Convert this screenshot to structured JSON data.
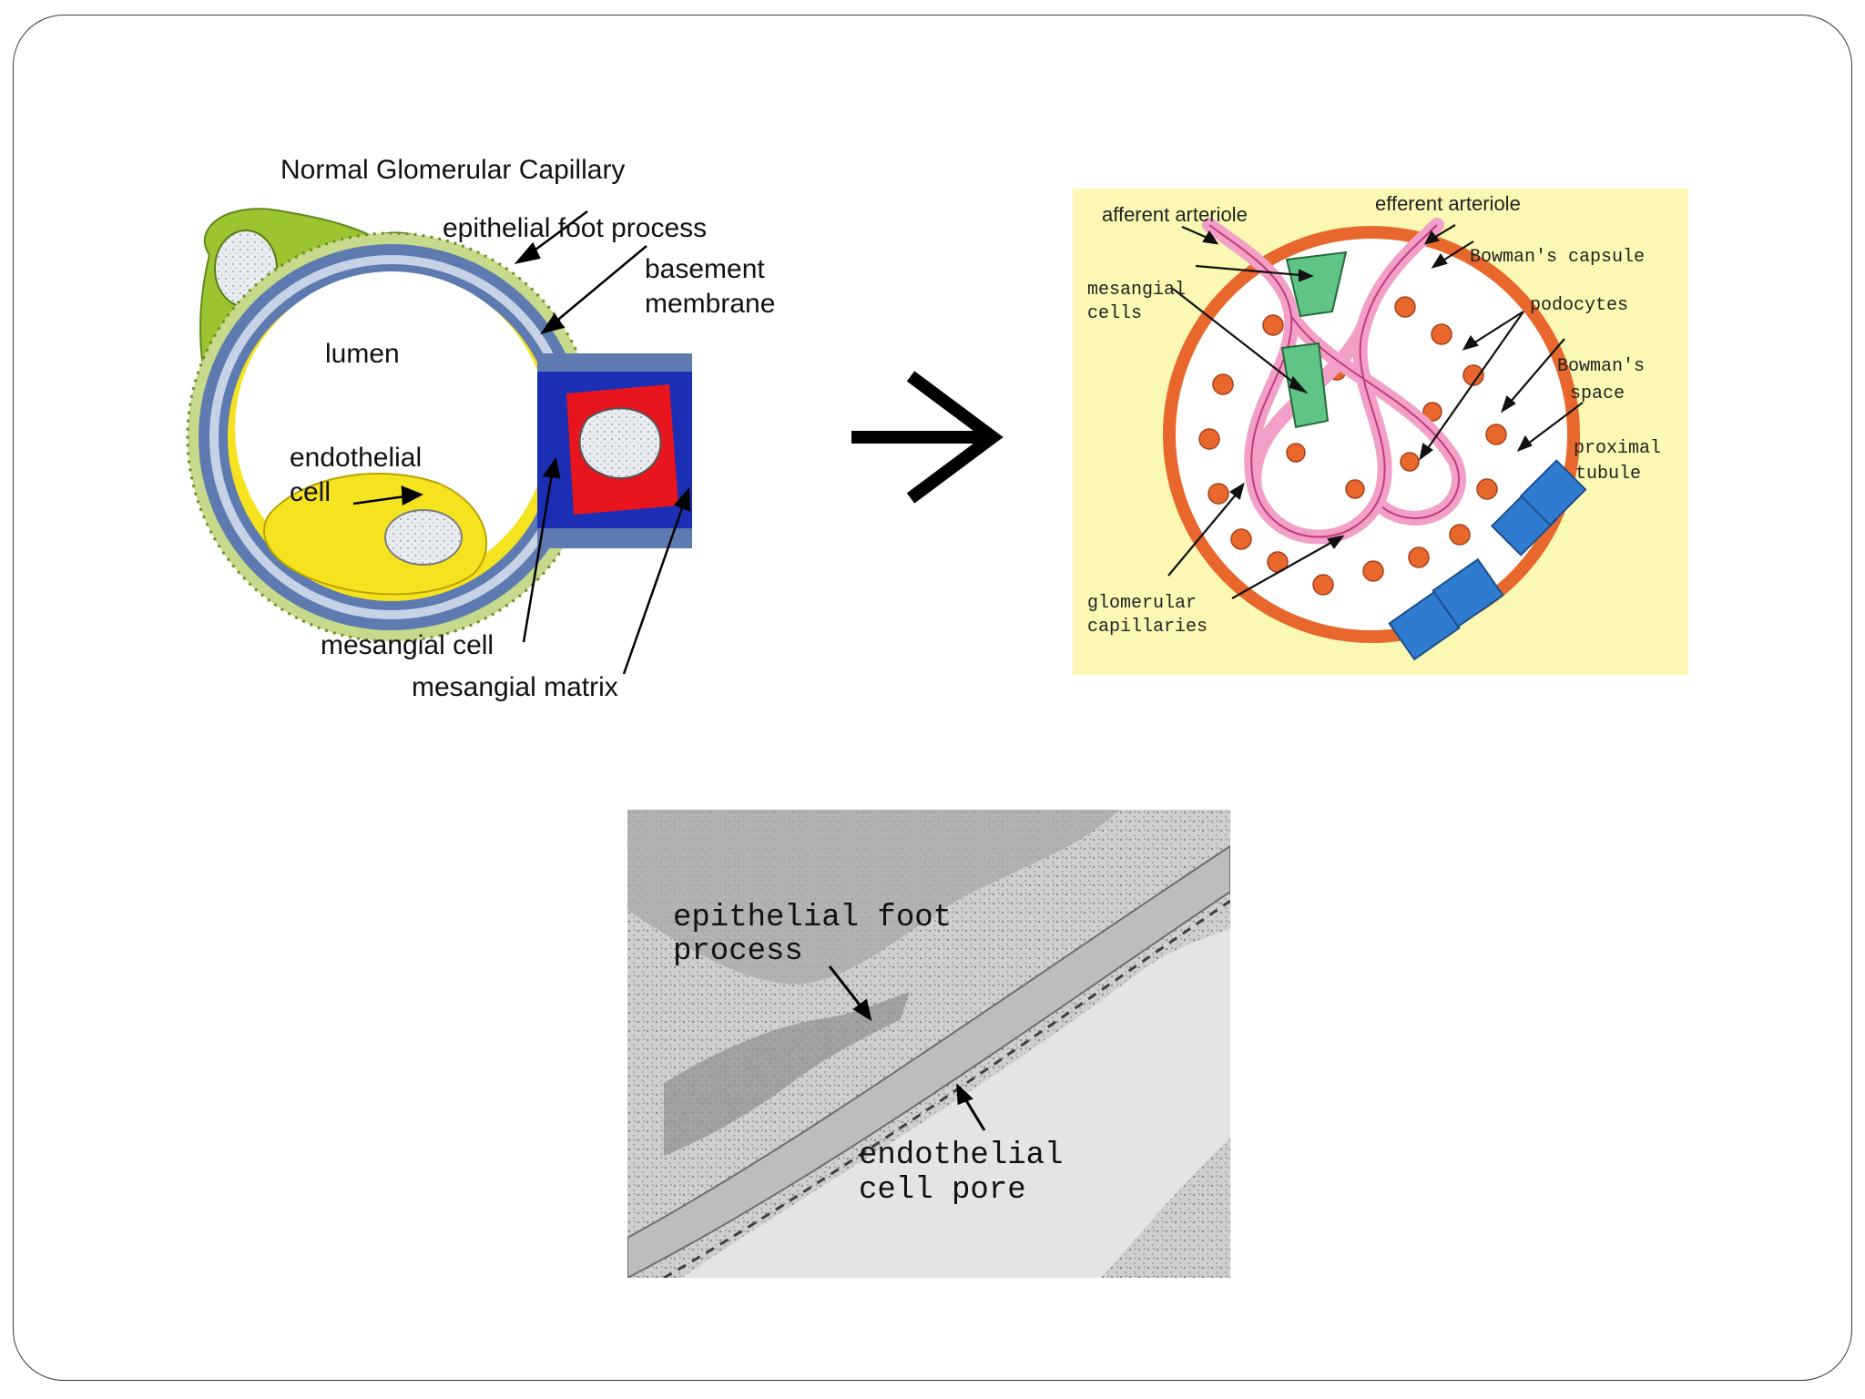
{
  "slide": {
    "capillary": {
      "title": "Normal Glomerular Capillary",
      "label_foot": "epithelial foot process",
      "label_bm1": "basement",
      "label_bm2": "membrane",
      "label_lumen": "lumen",
      "label_endo1": "endothelial",
      "label_endo2": "cell",
      "label_mcell": "mesangial cell",
      "label_mmatrix": "mesangial matrix"
    },
    "arrow_icon": "right-arrow-icon",
    "glomerulus": {
      "label_aff": "afferent arteriole",
      "label_eff": "efferent arteriole",
      "label_bcap": "Bowman's capsule",
      "label_mes1": "mesangial",
      "label_mes2": "cells",
      "label_pod": "podocytes",
      "label_bsp1": "Bowman's",
      "label_bsp2": "space",
      "label_prox1": "proximal",
      "label_prox2": "tubule",
      "label_glom1": "glomerular",
      "label_glom2": "capillaries"
    },
    "micrograph": {
      "label_foot1": "epithelial foot",
      "label_foot2": "process",
      "label_pore1": "endothelial",
      "label_pore2": "cell pore"
    }
  },
  "colors": {
    "epithelium_green": "#9cc431",
    "endothelium_yellow": "#f5e31f",
    "basement_blue": "#5d7bb0",
    "mesangial_red": "#e8141e",
    "mesangial_blue": "#1b2fb5",
    "glom_bg": "#fbf8b4",
    "capsule_orange": "#e8672c",
    "capillary_pink": "#f2a0c8",
    "mesangial_green": "#5fc486",
    "tubule_blue": "#2f7bd0"
  }
}
